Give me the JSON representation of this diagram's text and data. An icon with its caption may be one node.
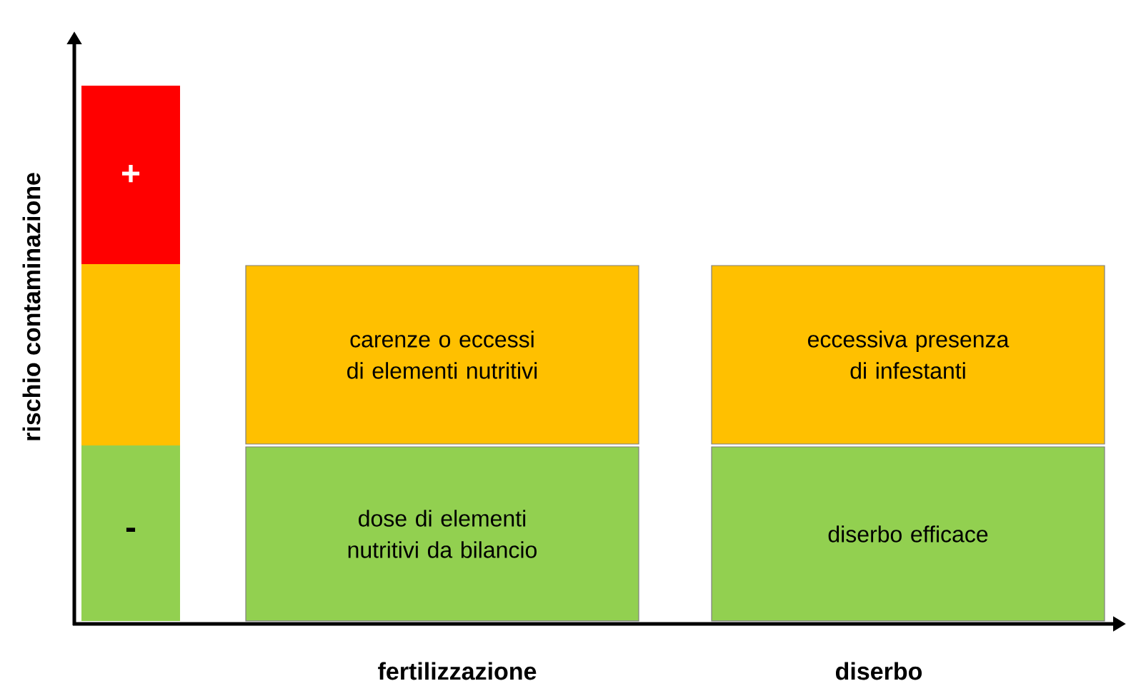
{
  "diagram": {
    "nodes": [
      {
        "text": [
          "+"
        ]
      },
      {
        "text": [],
        "shape": "box"
      },
      {
        "text": [
          "-"
        ]
      },
      {
        "text": [
          "carenze o eccessi di elementi nutritivi"
        ]
      },
      {
        "text": [
          "dose di elementi nutritivi da bilancio"
        ]
      },
      {
        "text": [
          "eccessiva presenza di infestanti"
        ]
      },
      {
        "text": [
          "diserbo efficace"
        ]
      }
    ],
    "edges": [],
    "labels": [
      "rischio contaminazione",
      "fertilizzazione",
      "diserbo"
    ]
  }
}
